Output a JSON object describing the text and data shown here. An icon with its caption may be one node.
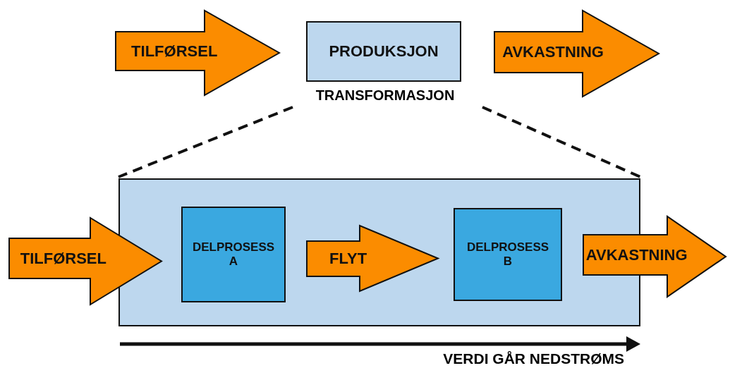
{
  "diagram": {
    "nodes": [
      {
        "text": [
          "TILFØRSEL"
        ]
      },
      {
        "text": [
          "PRODUKSJON"
        ],
        "beside": [
          "TRANSFORMASJON"
        ]
      },
      {
        "text": [
          "AVKASTNING"
        ]
      },
      {
        "text": [],
        "shape": "box"
      },
      {
        "text": [
          "TILFØRSEL"
        ]
      },
      {
        "text": [
          "DELPROSESS A"
        ],
        "in": 3
      },
      {
        "text": [
          "FLYT"
        ],
        "in": 3
      },
      {
        "text": [
          "DELPROSESS B"
        ],
        "in": 3
      },
      {
        "text": [
          "AVKASTNING"
        ]
      }
    ],
    "edges": [
      {
        "from": 1,
        "to": 3,
        "arrow": "none",
        "style": "dashed"
      },
      {
        "from": 1,
        "to": 3,
        "arrow": "none",
        "style": "dashed"
      }
    ],
    "labels": [
      "VERDI GÅR NEDSTRØMS"
    ]
  }
}
